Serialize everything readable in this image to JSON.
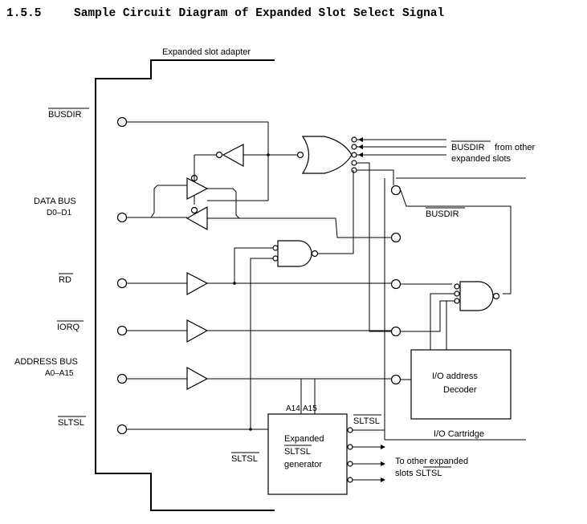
{
  "header": {
    "section_number": "1.5.5",
    "title": "Sample Circuit Diagram of Expanded Slot Select Signal"
  },
  "adapter": {
    "label": "Expanded slot adapter"
  },
  "left_signals": {
    "busdir": "BUSDIR",
    "data_bus": "DATA BUS",
    "data_bus_range": "D0–D1",
    "rd": "RD",
    "iorq": "IORQ",
    "address_bus": "ADDRESS BUS",
    "address_bus_range": "A0–A15",
    "sltsl": "SLTSL"
  },
  "right_signals": {
    "busdir_from_other": "BUSDIR",
    "from_other_text": "from other",
    "expanded_slots": "expanded slots",
    "busdir_right": "BUSDIR"
  },
  "generator": {
    "line1": "Expanded",
    "line2": "SLTSL",
    "line3": "generator",
    "addr_in_a14": "A14",
    "addr_in_a15": "A15",
    "in_label": "SLTSL",
    "out_label": "SLTSL",
    "to_other_line1": "To other expanded",
    "to_other_line2": "slots SLTSL"
  },
  "decoder": {
    "line1": "I/O address",
    "line2": "Decoder"
  },
  "cartridge": {
    "label": "I/O Cartridge"
  }
}
